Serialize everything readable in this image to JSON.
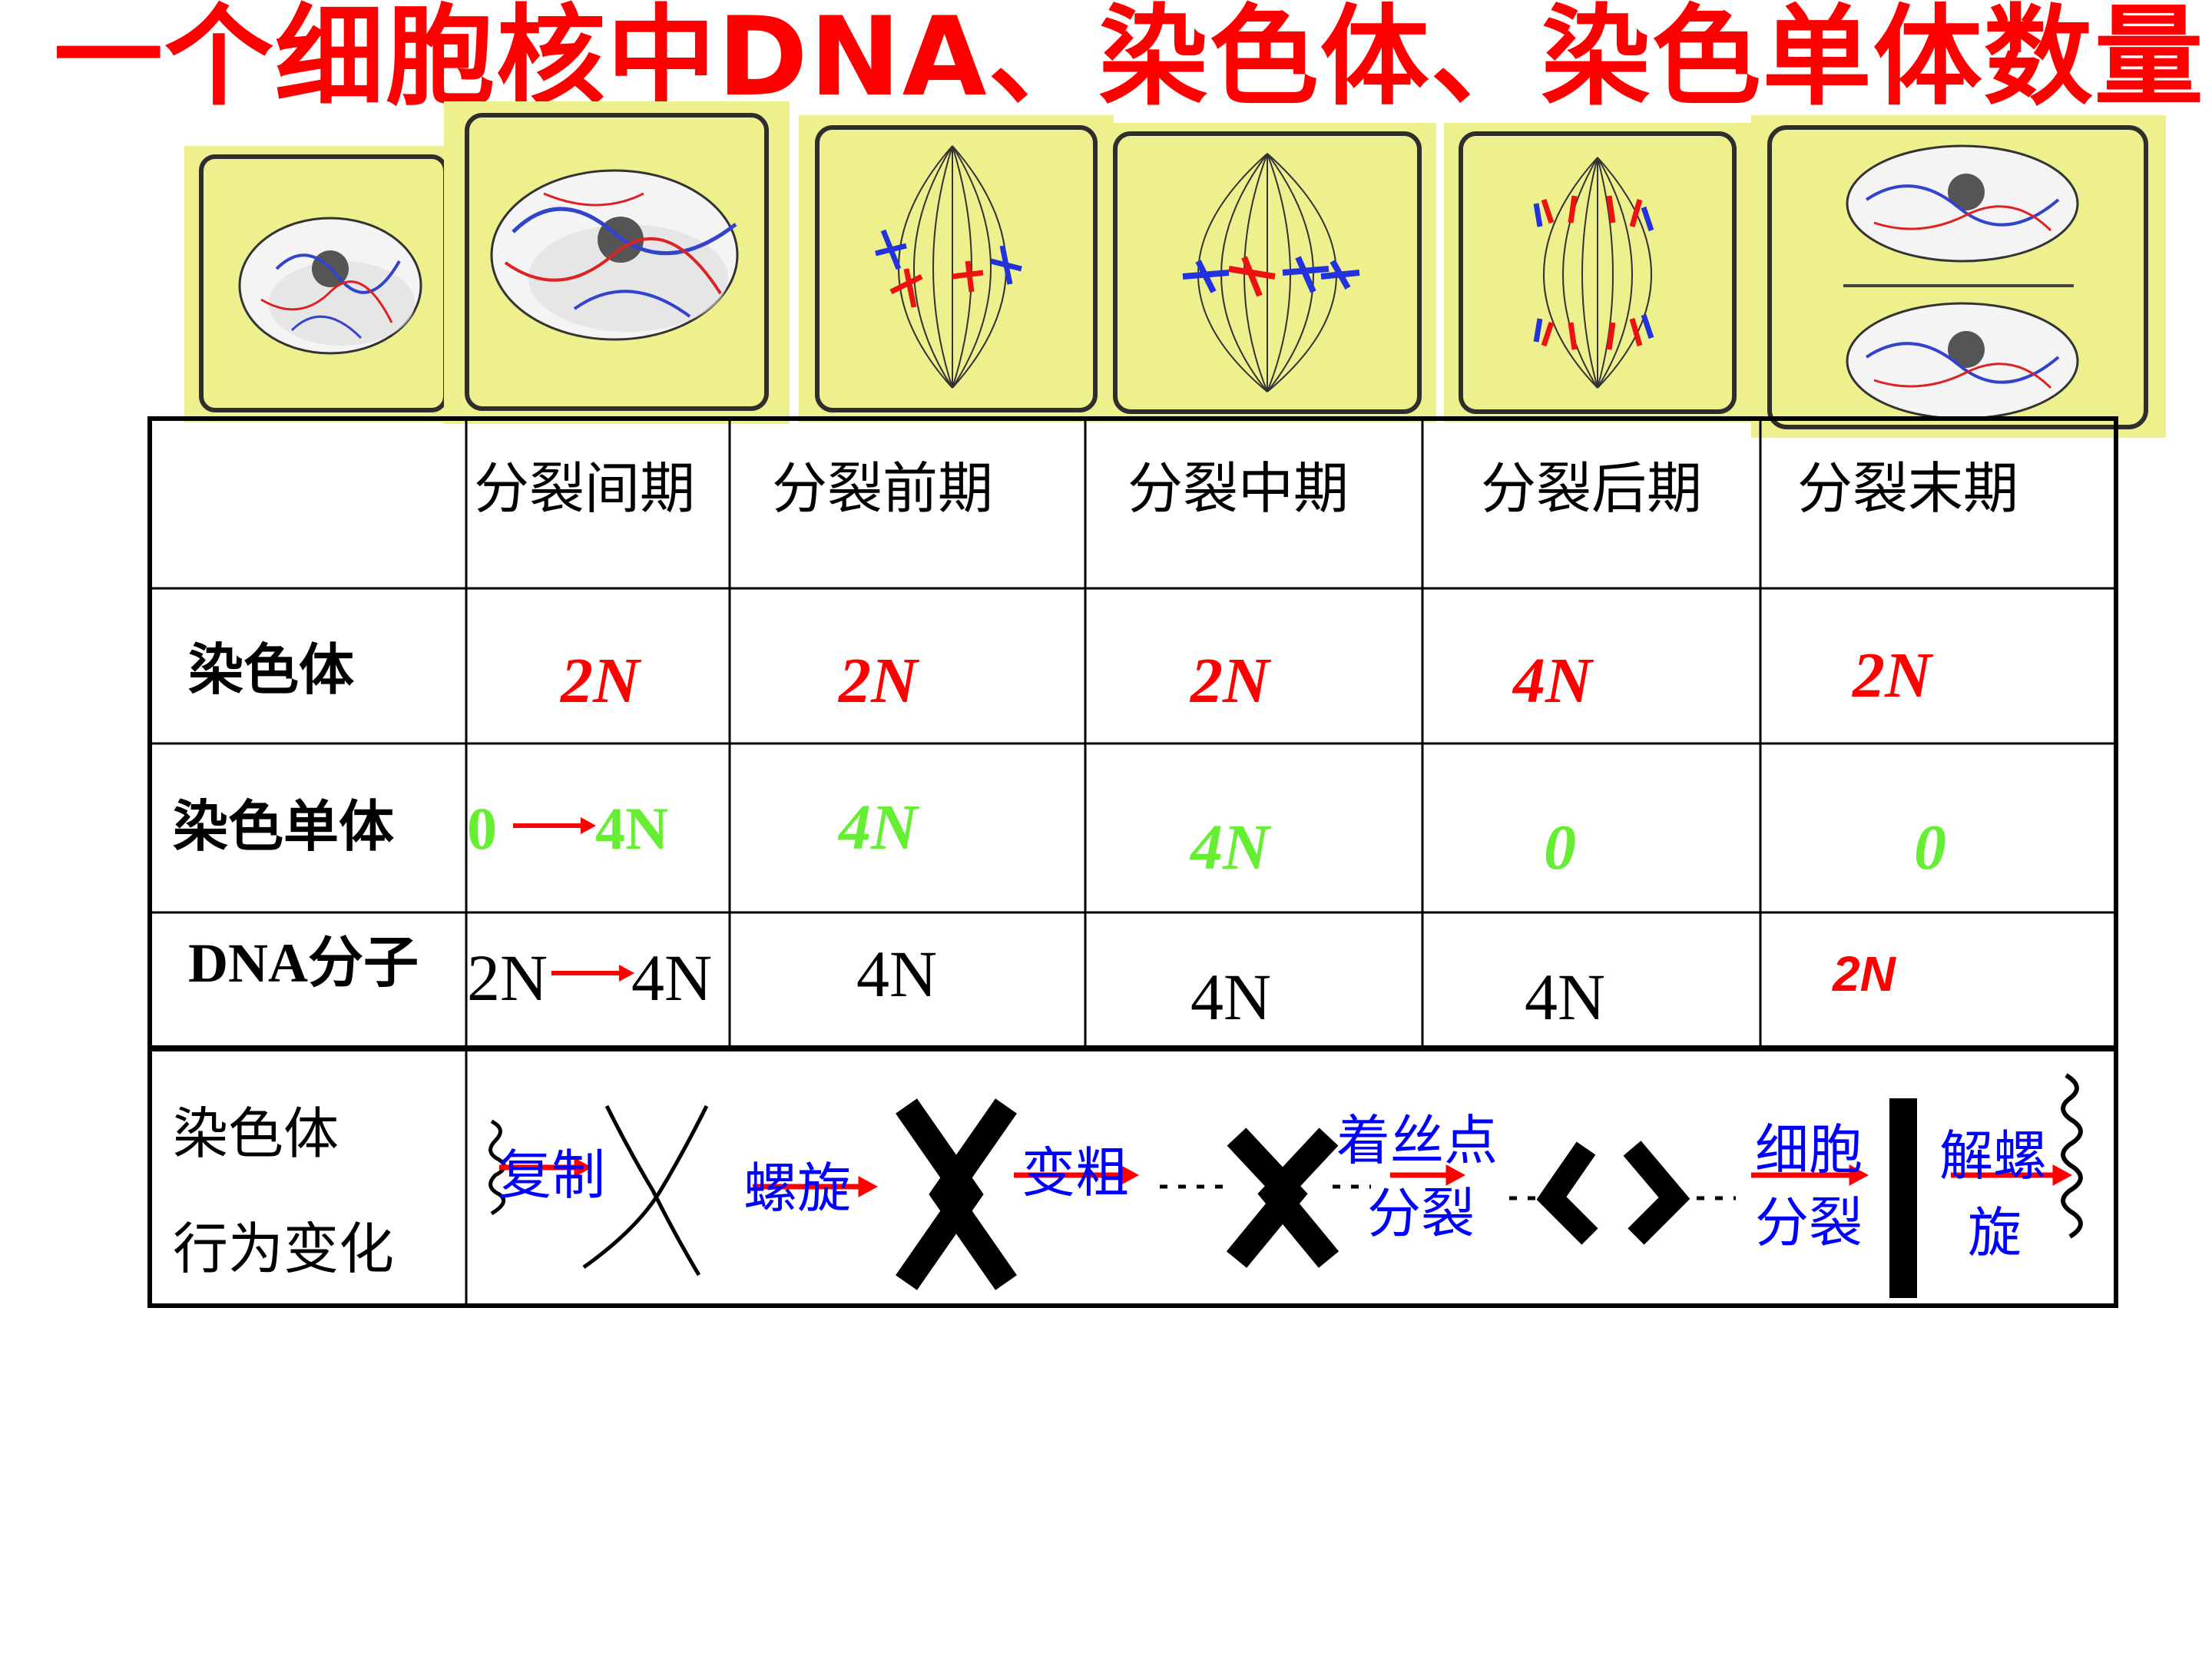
{
  "title": "一个细胞核中DNA、染色体、染色单体数量",
  "table": {
    "columns": [
      "分裂间期",
      "分裂前期",
      "分裂中期",
      "分裂后期",
      "分裂末期"
    ],
    "rows": {
      "chromosome": {
        "label": "染色体",
        "values": [
          "2N",
          "2N",
          "2N",
          "4N",
          "2N"
        ]
      },
      "chromatid": {
        "label": "染色单体",
        "interphase_from": "0",
        "interphase_to": "4N",
        "values": [
          "4N",
          "4N",
          "0",
          "0"
        ]
      },
      "dna": {
        "label": "DNA分子",
        "interphase_from": "2N",
        "interphase_to": "4N",
        "values": [
          "4N",
          "4N",
          "4N",
          "2N"
        ]
      }
    },
    "behavior": {
      "label_line1": "染色体",
      "label_line2": "行为变化",
      "steps": {
        "replicate": "复制",
        "spiral": "螺旋",
        "thicken": "变粗",
        "centromere_line1": "着丝点",
        "centromere_line2": "分裂",
        "celldiv_line1": "细胞",
        "celldiv_line2": "分裂",
        "despiral_line1": "解螺",
        "despiral_line2": "旋"
      }
    }
  },
  "colors": {
    "title": "#ff0000",
    "red_value": "#ff0000",
    "green_value": "#66ee33",
    "blue_label": "#0000ff",
    "cell_fill": "#eef08e",
    "cell_border": "#2e2e2e"
  },
  "icons": [
    "interphase-cell-icon",
    "prophase-cell-icon",
    "prophase-spindle-icon",
    "metaphase-spindle-icon",
    "anaphase-spindle-icon",
    "telophase-cell-icon",
    "chromosome-x-icon",
    "arrow-right-icon"
  ]
}
